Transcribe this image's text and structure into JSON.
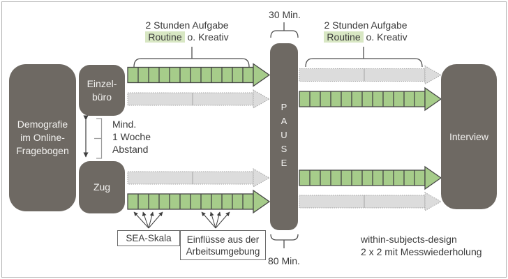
{
  "palette": {
    "box_fill": "#6e6963",
    "box_text": "#f3f2f0",
    "green_fill": "#a6cc8a",
    "green_stroke": "#474747",
    "gray_fill": "#dcdcdc",
    "gray_stroke": "#a3a3a3",
    "highlight_green": "#d8e7c3",
    "text": "#3a3a3a"
  },
  "boxes": {
    "demografie": "Demografie\nim Online-\nFragebogen",
    "einzelbuero": "Einzel-\nbüro",
    "zug": "Zug",
    "pause": "PAUSE",
    "interview": "Interview"
  },
  "labels": {
    "task_line1": "2 Stunden Aufgabe",
    "task_routine": "Routine",
    "task_kreativ": "o. Kreativ",
    "pause_top_duration": "30 Min.",
    "pause_bottom_duration": "80 Min.",
    "abstand": "Mind.\n1 Woche\nAbstand",
    "sea_skala": "SEA-Skala",
    "einfluesse": "Einflüsse aus der\nArbeitsumgebung",
    "design_note": "within-subjects-design\n2 x 2 mit Messwiederholung"
  },
  "arrows": {
    "green_segments_per_arrow": 12,
    "rows": [
      {
        "group": "Einzelbüro",
        "before_pause": "green-segmented",
        "after_pause": "gray-dashed"
      },
      {
        "group": "Einzelbüro",
        "before_pause": "gray-dashed",
        "after_pause": "green-segmented"
      },
      {
        "group": "Zug",
        "before_pause": "gray-dashed",
        "after_pause": "green-segmented"
      },
      {
        "group": "Zug",
        "before_pause": "green-segmented",
        "after_pause": "gray-dashed"
      }
    ]
  }
}
